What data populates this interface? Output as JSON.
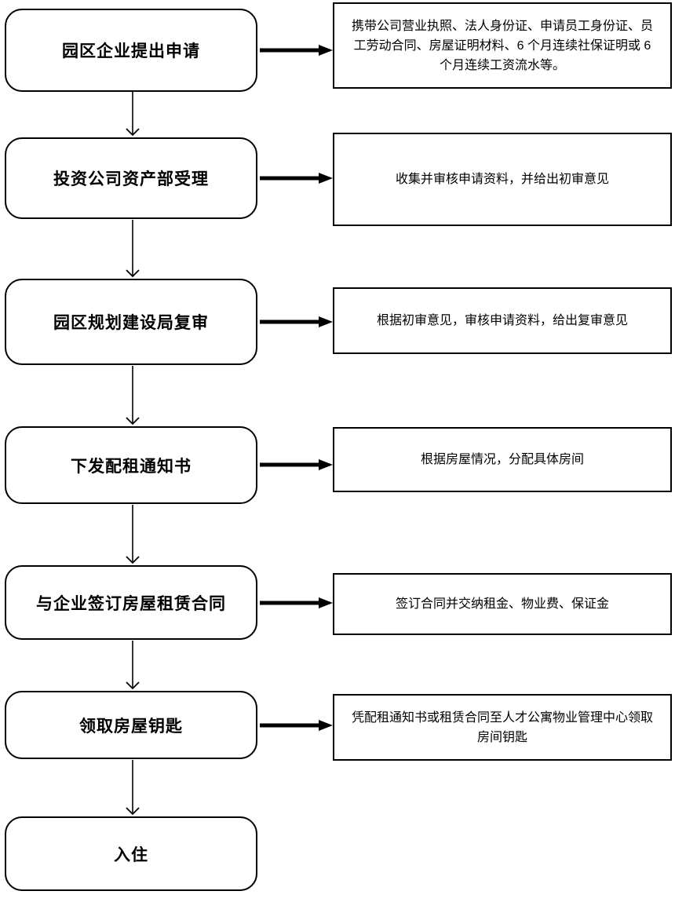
{
  "flowchart": {
    "colors": {
      "stroke": "#000000",
      "box_fill": "#ffffff",
      "text": "#000000"
    },
    "steps": [
      {
        "label": "园区企业提出申请",
        "detail": "携带公司营业执照、法人身份证、申请员工身份证、员工劳动合同、房屋证明材料、6 个月连续社保证明或 6 个月连续工资流水等。"
      },
      {
        "label": "投资公司资产部受理",
        "detail": "收集并审核申请资料，并给出初审意见"
      },
      {
        "label": "园区规划建设局复审",
        "detail": "根据初审意见，审核申请资料，给出复审意见"
      },
      {
        "label": "下发配租通知书",
        "detail": "根据房屋情况，分配具体房间"
      },
      {
        "label": "与企业签订房屋租赁合同",
        "detail": "签订合同并交纳租金、物业费、保证金"
      },
      {
        "label": "领取房屋钥匙",
        "detail": "凭配租通知书或租赁合同至人才公寓物业管理中心领取房间钥匙"
      },
      {
        "label": "入住"
      }
    ]
  }
}
